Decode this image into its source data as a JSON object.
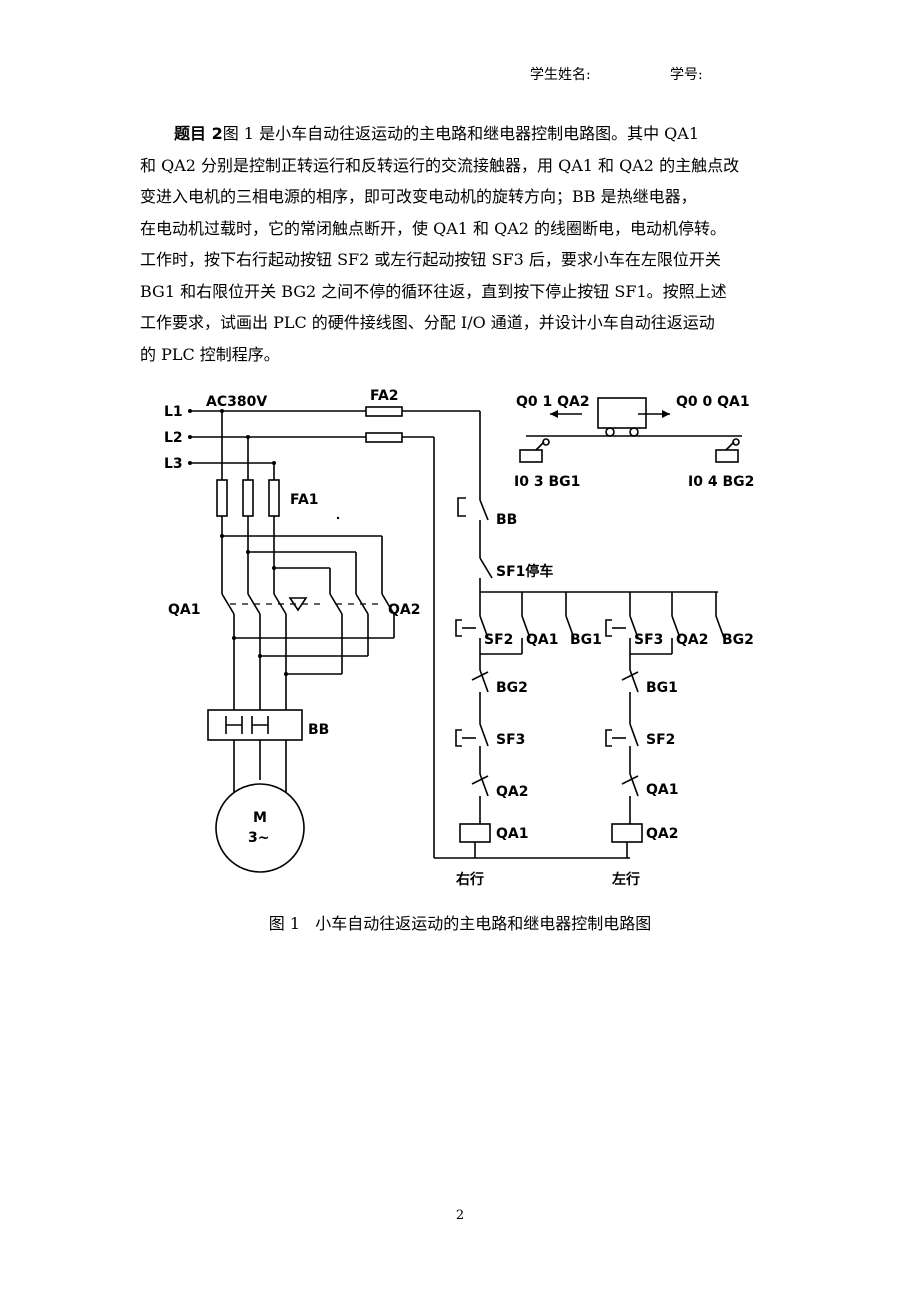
{
  "header": {
    "student_name_label": "学生姓名:",
    "student_id_label": "学号:"
  },
  "question": {
    "title": "题目 2",
    "lines": [
      "图 1 是小车自动往返运动的主电路和继电器控制电路图。其中 QA1",
      "和 QA2 分别是控制正转运行和反转运行的交流接触器，用 QA1 和 QA2 的主触点改",
      "变进入电机的三相电源的相序，即可改变电动机的旋转方向；BB 是热继电器，",
      "在电动机过载时，它的常闭触点断开，使 QA1 和 QA2 的线圈断电，电动机停转。",
      "工作时，按下右行起动按钮 SF2 或左行起动按钮 SF3 后，要求小车在左限位开关",
      "BG1 和右限位开关 BG2 之间不停的循环往返，直到按下停止按钮 SF1。按照上述",
      "工作要求，试画出 PLC 的硬件接线图、分配 I/O 通道，并设计小车自动往返运动",
      "的 PLC 控制程序。"
    ]
  },
  "figure": {
    "supply": {
      "l1": "L1",
      "l2": "L2",
      "l3": "L3",
      "voltage": "AC380V"
    },
    "fuses": {
      "control": "FA2",
      "main": "FA1"
    },
    "contactors": {
      "qa1": "QA1",
      "qa2": "QA2"
    },
    "thermal": "BB",
    "motor": {
      "m": "M",
      "phase": "3~"
    },
    "cart": {
      "left_output": "Q0 1 QA2",
      "right_output": "Q0 0 QA1",
      "left_switch": "I0 3 BG1",
      "right_switch": "I0 4 BG2"
    },
    "ladder": {
      "bb": "BB",
      "stop": "SF1停车",
      "sf2": "SF2",
      "qa1_hold": "QA1",
      "bg1_par": "BG1",
      "sf3": "SF3",
      "qa2_hold": "QA2",
      "bg2_par": "BG2",
      "r_bg2": "BG2",
      "r_sf3": "SF3",
      "r_qa2": "QA2",
      "r_coil": "QA1",
      "l_bg1": "BG1",
      "l_sf2": "SF2",
      "l_qa1": "QA1",
      "l_coil": "QA2",
      "right_label": "右行",
      "left_label": "左行"
    },
    "caption": "图 1   小车自动往返运动的主电路和继电器控制电路图"
  },
  "page_number": "2"
}
